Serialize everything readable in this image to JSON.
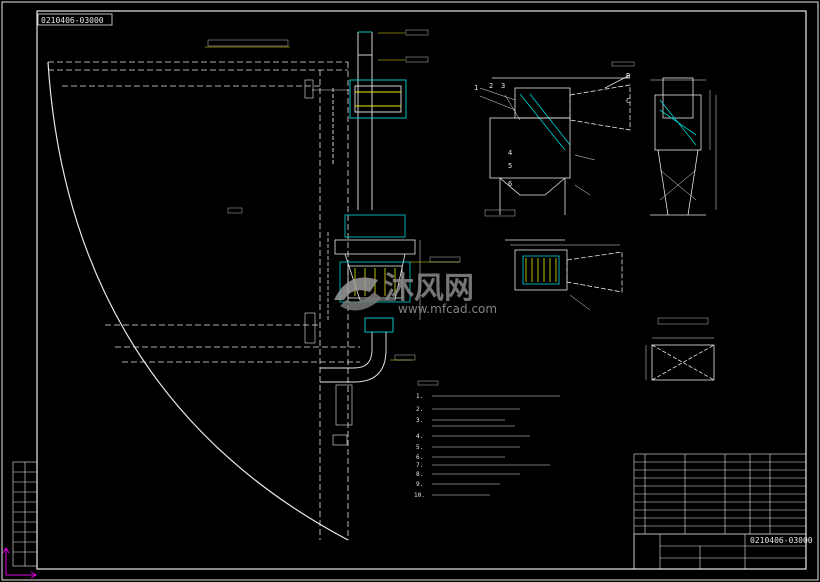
{
  "drawing": {
    "number_top_left": "0210406-03000",
    "number_title_block": "0210406-03000",
    "watermark_brand": "沐风网",
    "watermark_url": "www.mfcad.com",
    "note_numbers": [
      "1.",
      "2.",
      "3.",
      "4.",
      "5.",
      "6.",
      "7.",
      "8.",
      "9.",
      "10."
    ],
    "callouts": [
      "1",
      "2",
      "3",
      "4",
      "5",
      "6",
      "B",
      "C"
    ],
    "colors": {
      "background": "#000000",
      "line_white": "#e8e8e8",
      "line_cyan": "#00d8d8",
      "line_yellow": "#e8e800",
      "line_magenta": "#e000e0",
      "line_green": "#20d020"
    }
  }
}
